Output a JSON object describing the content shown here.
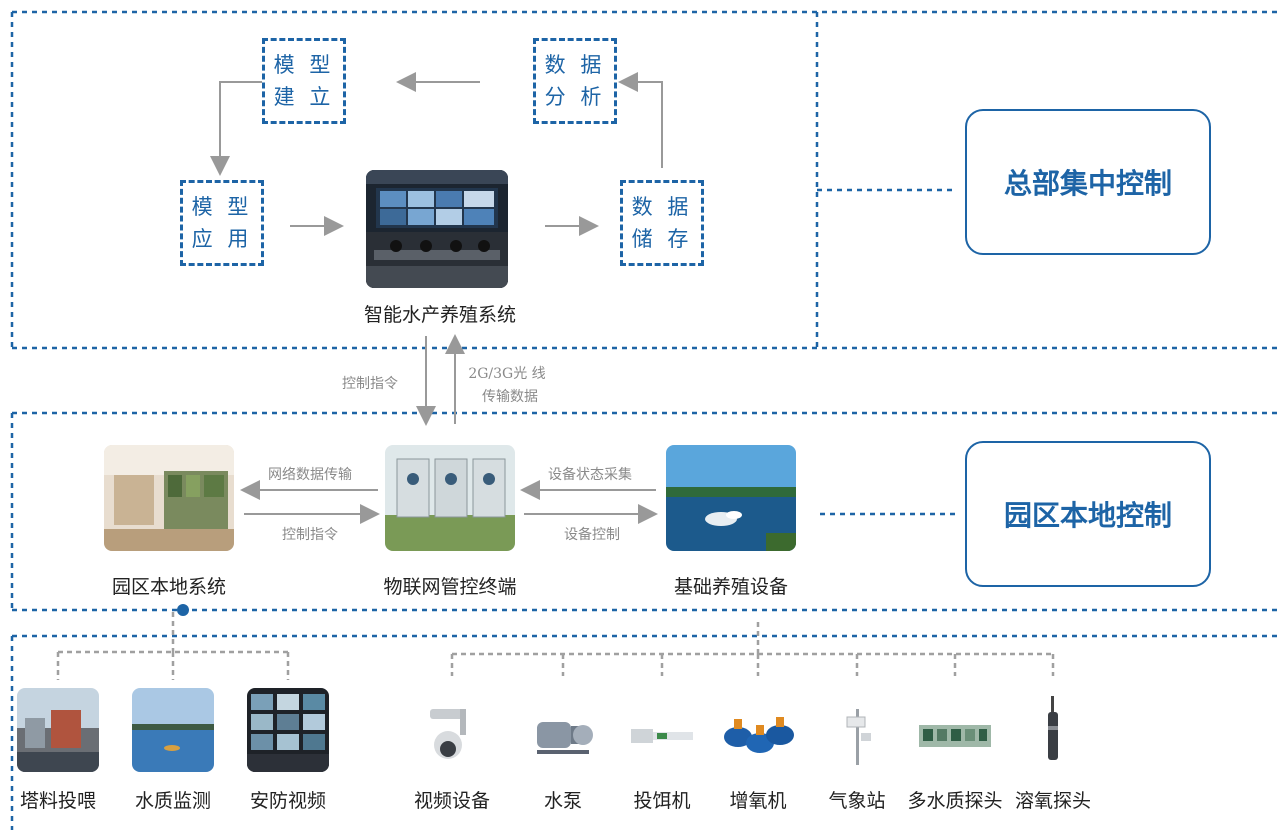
{
  "top_cycle": {
    "model_build": [
      "模 型",
      "建 立"
    ],
    "data_analysis": [
      "数 据",
      "分 析"
    ],
    "model_apply": [
      "模 型",
      "应 用"
    ],
    "data_store": [
      "数 据",
      "储 存"
    ],
    "center_label": "智能水产养殖系统"
  },
  "links": {
    "control_cmd_up": "控制指令",
    "transfer_line1": "2G/3G光 线",
    "transfer_line2": "传输数据"
  },
  "control_boxes": {
    "hq": "总部集中控制",
    "park": "园区本地控制"
  },
  "park_row": {
    "local_system": "园区本地系统",
    "iot_terminal": "物联网管控终端",
    "base_equipment": "基础养殖设备",
    "net_transfer": "网络数据传输",
    "control_cmd": "控制指令",
    "status_collect": "设备状态采集",
    "device_control": "设备控制"
  },
  "left_items": [
    "塔料投喂",
    "水质监测",
    "安防视频"
  ],
  "devices": [
    "视频设备",
    "水泵",
    "投饵机",
    "增氧机",
    "气象站",
    "多水质探头",
    "溶氧探头"
  ],
  "colors": {
    "accent": "#1d64a6",
    "gray_line": "#a0a0a0"
  }
}
